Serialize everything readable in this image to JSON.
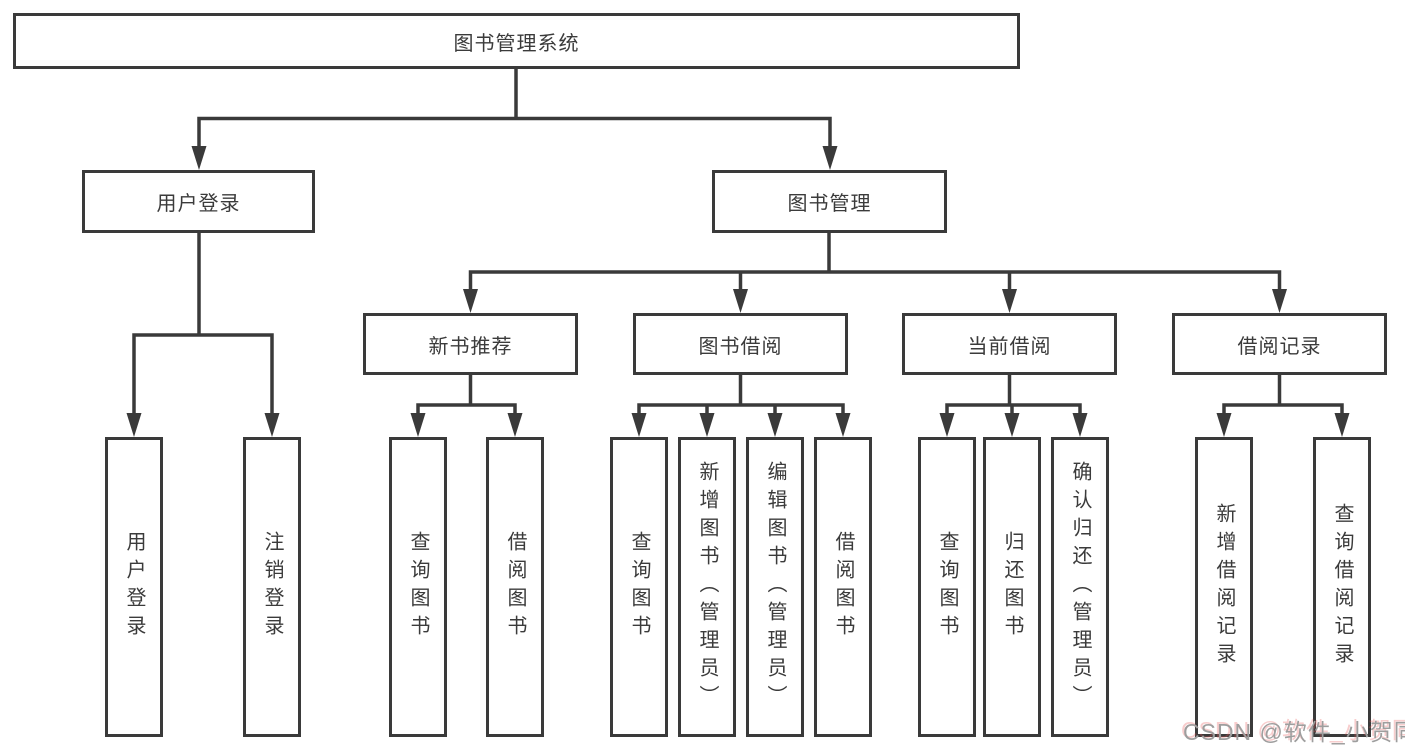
{
  "tree": {
    "root": {
      "label": "图书管理系统",
      "children": [
        {
          "label": "用户登录",
          "children": [
            {
              "label": "用户登录"
            },
            {
              "label": "注销登录"
            }
          ]
        },
        {
          "label": "图书管理",
          "children": [
            {
              "label": "新书推荐",
              "children": [
                {
                  "label": "查询图书"
                },
                {
                  "label": "借阅图书"
                }
              ]
            },
            {
              "label": "图书借阅",
              "children": [
                {
                  "label": "查询图书"
                },
                {
                  "label": "新增图书（管理员）"
                },
                {
                  "label": "编辑图书（管理员）"
                },
                {
                  "label": "借阅图书"
                }
              ]
            },
            {
              "label": "当前借阅",
              "children": [
                {
                  "label": "查询图书"
                },
                {
                  "label": "归还图书"
                },
                {
                  "label": "确认归还（管理员）"
                }
              ]
            },
            {
              "label": "借阅记录",
              "children": [
                {
                  "label": "新增借阅记录"
                },
                {
                  "label": "查询借阅记录"
                }
              ]
            }
          ]
        }
      ]
    }
  },
  "watermark": {
    "text": "CSDN @软件_小贺同学"
  },
  "colors": {
    "background": "#ffffff",
    "box_border": "#3a3a3a",
    "connector": "#3a3a3a",
    "text": "#3b3b3b",
    "watermark": "#9e9e9e"
  }
}
